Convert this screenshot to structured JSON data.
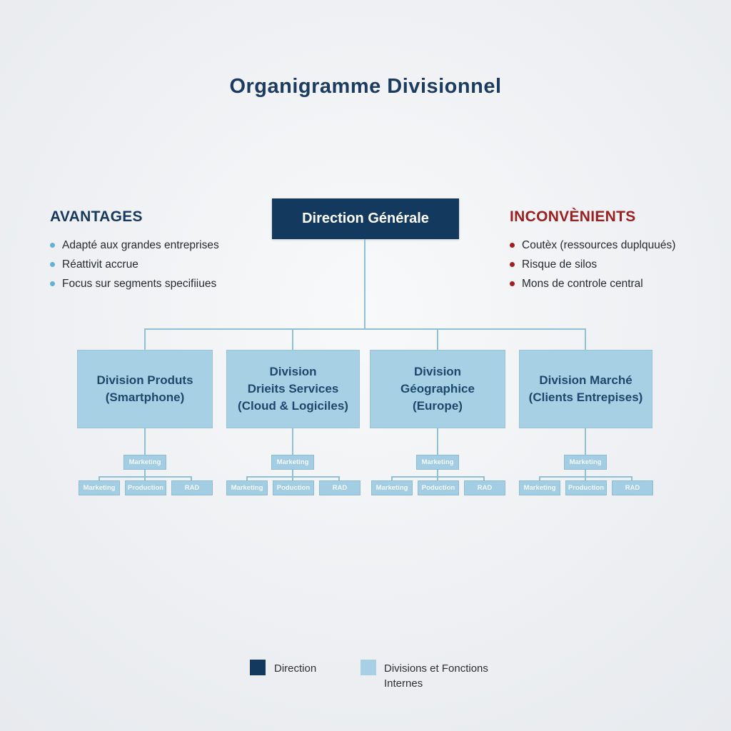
{
  "title": "Organigramme Divisionnel",
  "colors": {
    "navy": "#14395f",
    "light_blue": "#a7d0e5",
    "connector": "#8fc0d6",
    "red": "#9b1f1f",
    "bullet_blue": "#5fb4d6"
  },
  "root": {
    "label": "Direction Générale"
  },
  "advantages": {
    "heading": "AVANTAGES",
    "items": [
      "Adapté aux grandes entreprises",
      "Réattivit accrue",
      "Focus sur segments specifiiues"
    ]
  },
  "disadvantages": {
    "heading": "INCONVÈNIENTS",
    "items": [
      "Coutèx (ressources duplquués)",
      "Risque de silos",
      "Mons de controle central"
    ]
  },
  "divisions": [
    {
      "title_lines": [
        "Division Produts",
        "(Smartphone)"
      ],
      "mid": "Marketing",
      "children": [
        "Marketing",
        "Production",
        "RAD"
      ]
    },
    {
      "title_lines": [
        "Division",
        "Drieits Services",
        "(Cloud & Logiciles)"
      ],
      "mid": "Marketing",
      "children": [
        "Marketing",
        "Poduction",
        "RAD"
      ]
    },
    {
      "title_lines": [
        "Division",
        "Géographice",
        "(Europe)"
      ],
      "mid": "Marketing",
      "children": [
        "Marketing",
        "Poduction",
        "RAD"
      ]
    },
    {
      "title_lines": [
        "Division Marché",
        "(Clients Entrepises)"
      ],
      "mid": "Marketing",
      "children": [
        "Marketing",
        "Production",
        "RAD"
      ]
    }
  ],
  "legend": {
    "items": [
      {
        "label": "Direction"
      },
      {
        "label": "Divisions et Fonctions Internes"
      }
    ]
  }
}
